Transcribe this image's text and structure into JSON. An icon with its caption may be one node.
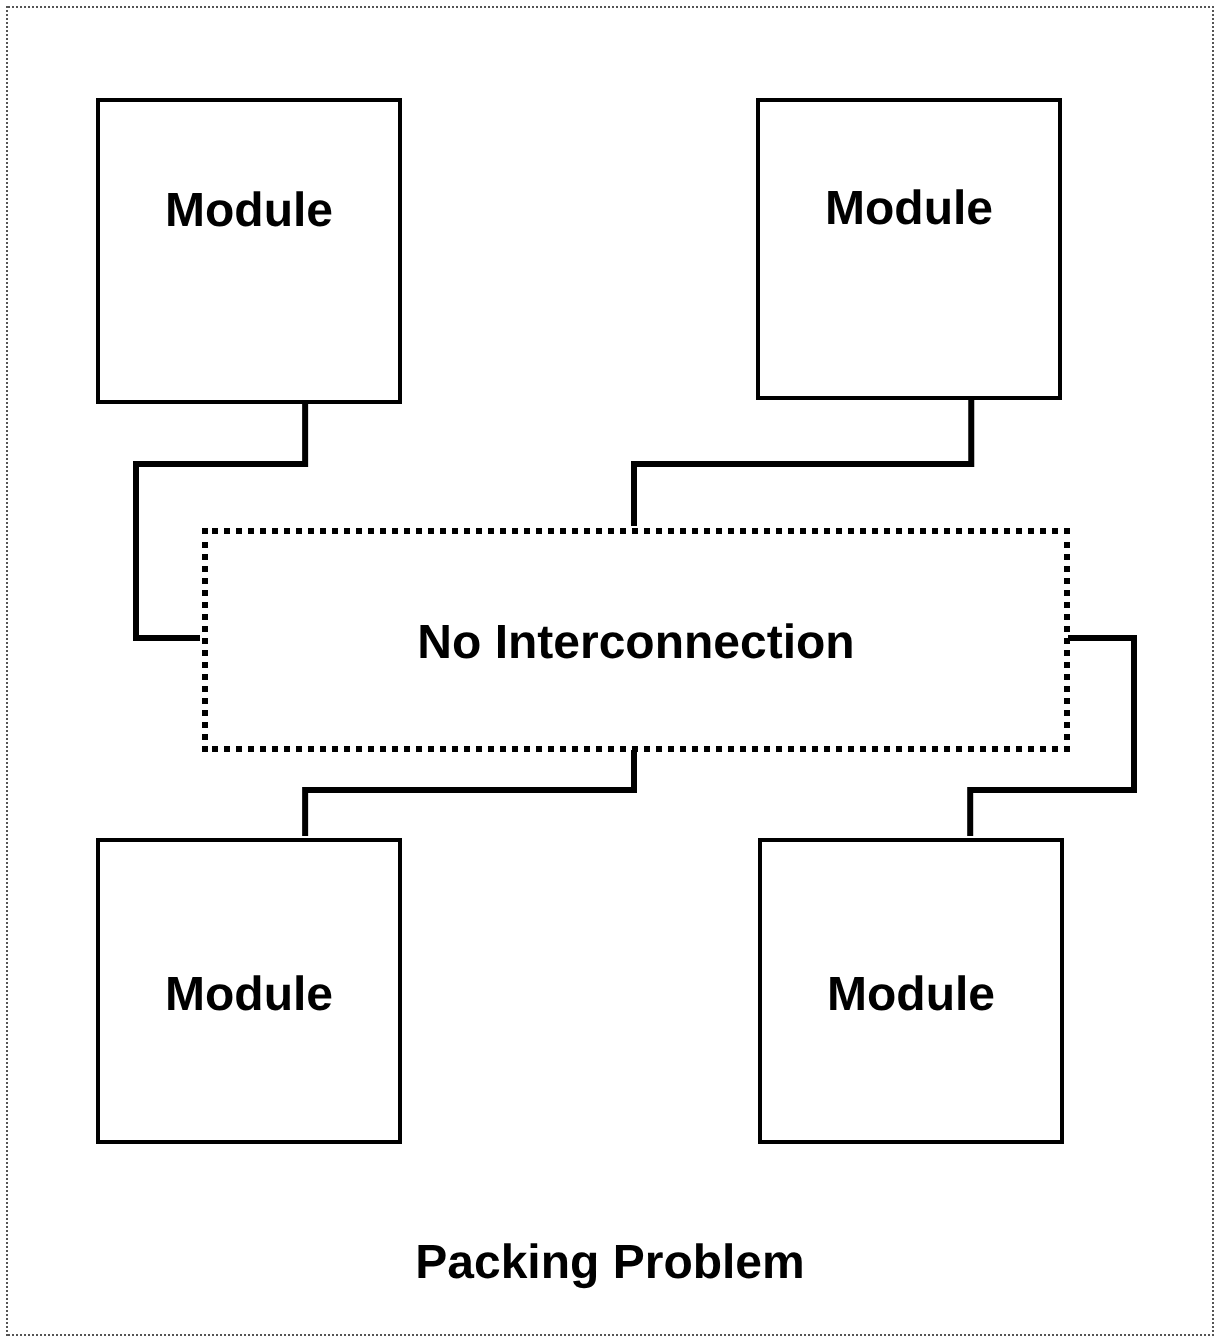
{
  "diagram": {
    "nodes": [
      {
        "text": [
          "Packing Problem"
        ]
      },
      {
        "text": [
          "Module"
        ],
        "in": 0
      },
      {
        "text": [
          "Module"
        ],
        "in": 0
      },
      {
        "text": [
          "No Interconnection"
        ],
        "in": 0
      },
      {
        "text": [
          "Module"
        ],
        "in": 0
      },
      {
        "text": [
          "Module"
        ],
        "in": 0
      }
    ],
    "edges": [
      {
        "from": 1,
        "to": 3,
        "arrow": "none"
      },
      {
        "from": 2,
        "to": 3,
        "arrow": "none"
      },
      {
        "from": 3,
        "to": 4,
        "arrow": "none"
      },
      {
        "from": 3,
        "to": 5,
        "arrow": "none"
      }
    ]
  }
}
